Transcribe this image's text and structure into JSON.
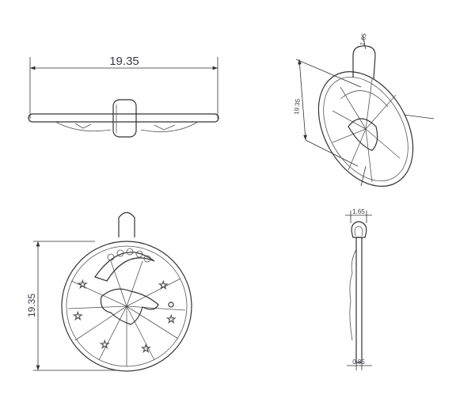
{
  "views": {
    "top": {
      "width_label": "19.35"
    },
    "isometric": {
      "bail_label": "1.65",
      "height_label": "19.35"
    },
    "front": {
      "height_label": "19.35"
    },
    "side": {
      "bail_width_label": "1.65",
      "thickness_label": "0.85"
    }
  },
  "colors": {
    "line": "#333333",
    "dimension_text": "#3a3a4a"
  }
}
